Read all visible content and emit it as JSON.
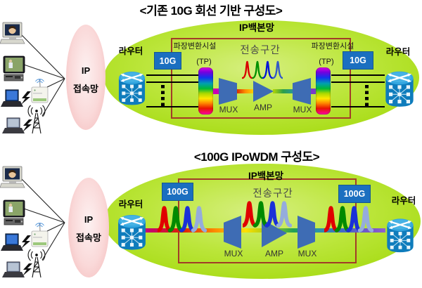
{
  "top": {
    "title": "<기존 10G 회선 기반 구성도>",
    "backbone_label": "IP백본망",
    "access_line1": "IP",
    "access_line2": "접속망",
    "router_left_label": "라우터",
    "router_right_label": "라우터",
    "link_left": "10G",
    "link_right": "10G",
    "wc_left_title": "파장변환시설",
    "wc_left_sub": "(TP)",
    "wc_right_title": "파장변환시설",
    "wc_right_sub": "(TP)",
    "span_label": "전송구간",
    "mux_left": "MUX",
    "amp": "AMP",
    "mux_right": "MUX"
  },
  "bottom": {
    "title": "<100G IPoWDM 구성도>",
    "backbone_label": "IP백본망",
    "access_line1": "IP",
    "access_line2": "접속망",
    "router_left_label": "라우터",
    "router_right_label": "라우터",
    "link_left": "100G",
    "link_right": "100G",
    "span_label": "전송구간",
    "mux_left": "MUX",
    "amp": "AMP",
    "mux_right": "MUX"
  },
  "colors": {
    "backbone_ellipse_fill": "#b4e22c",
    "access_ellipse_fill": "#f7c6c6",
    "link_box_blue": "#1b6fc0",
    "component_blue": "#3e6cb4",
    "frame_red": "#a23c28",
    "wavelength_peaks_10g": [
      "#d80000",
      "#009100",
      "#0012d8",
      "#3358c8"
    ],
    "wavelength_peaks_100g": [
      "#e00000",
      "#008a00",
      "#1a30d8",
      "#95acdc"
    ]
  },
  "icons": {
    "router-icon": "blue cylinder with crossed white arrows and switch grid",
    "desktop-pc-icon": "desktop computer with monitor and keyboard",
    "tv-settop-icon": "television with set-top box",
    "laptop-icon": "laptop computer",
    "wireless-ap-icon": "wireless access point with antenna",
    "radio-tower-icon": "radio antenna tower with signal waves",
    "lightning-icon": "wireless link lightning bolt",
    "tp-bar-icon": "rainbow wavelength converter bar",
    "mux-icon": "blue trapezoid multiplexer",
    "amp-icon": "blue triangle optical amplifier",
    "wavelength-peaks-icon": "colored lambda spectrum peaks"
  }
}
